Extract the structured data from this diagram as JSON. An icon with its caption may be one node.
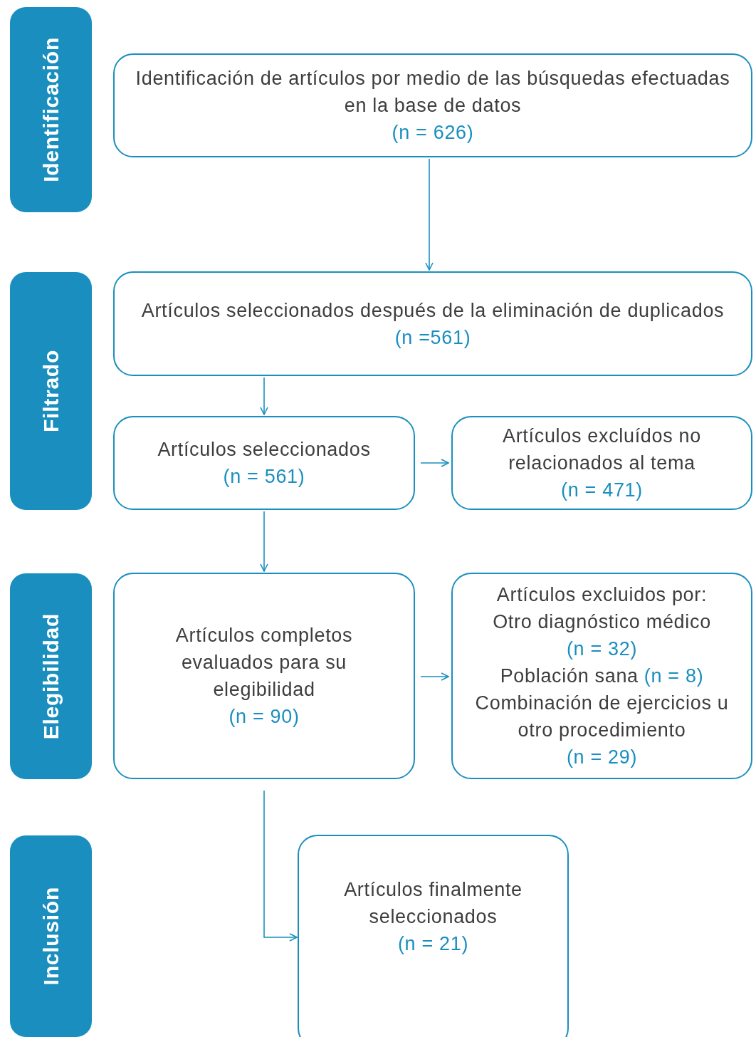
{
  "diagram": {
    "nodes": [
      {
        "text": [
          "Identificación"
        ]
      },
      {
        "text": [
          "Filtrado"
        ]
      },
      {
        "text": [
          "Elegibilidad"
        ]
      },
      {
        "text": [
          "Inclusión"
        ]
      },
      {
        "text": [
          "Identificación de artículos por medio de las búsquedas efectuadas en la base de datos",
          "(n = 626)"
        ]
      },
      {
        "text": [
          "Artículos seleccionados después de la eliminación de duplicados",
          "(n =561)"
        ]
      },
      {
        "text": [
          "Artículos seleccionados",
          "(n = 561)"
        ]
      },
      {
        "text": [
          "Artículos excluídos no relacionados al tema",
          "(n = 471)"
        ]
      },
      {
        "text": [
          "Artículos completos evaluados para su elegibilidad",
          "(n = 90)"
        ]
      },
      {
        "text": [
          "Artículos excluidos por:",
          "Otro diagnóstico médico",
          "(n = 32)",
          "Población sana",
          "(n = 8)",
          "Combinación de ejercicios u otro procedimiento",
          "(n = 29)"
        ]
      },
      {
        "text": [
          "Artículos finalmente seleccionados",
          "(n = 21)"
        ]
      }
    ],
    "edges": [
      {
        "from": 4,
        "to": 5,
        "arrow": "to"
      },
      {
        "from": 5,
        "to": 6,
        "arrow": "to"
      },
      {
        "from": 6,
        "to": 7,
        "arrow": "to"
      },
      {
        "from": 6,
        "to": 8,
        "arrow": "to"
      },
      {
        "from": 8,
        "to": 9,
        "arrow": "to"
      },
      {
        "from": 8,
        "to": 10,
        "arrow": "to"
      }
    ]
  }
}
